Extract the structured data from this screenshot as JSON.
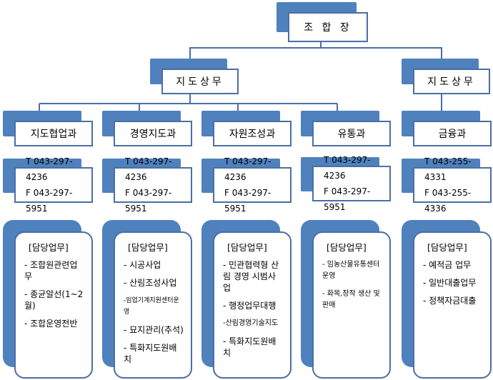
{
  "top": {
    "label": "조 합 장"
  },
  "level2": [
    {
      "label": "지도상무"
    },
    {
      "label": "지도상무"
    }
  ],
  "departments": [
    {
      "name": "지도협업과",
      "tel": "T 043-297-4236",
      "fax": "F 043-297-5951",
      "duty_title": "[담당업무]",
      "duties": [
        "- 조합원관련업무",
        "- 종균알선(1~2월)",
        "- 조합운영전반"
      ]
    },
    {
      "name": "경영지도과",
      "tel": "T 043-297-4236",
      "fax": "F 043-297-5951",
      "duty_title": "[담당업무]",
      "duties": [
        "- 시공사업",
        "- 산림조성사업",
        "-임업기계지원센터운영",
        "- 묘지관리(추석)",
        "- 특화지도원배치"
      ]
    },
    {
      "name": "자원조성과",
      "tel": "T 043-297-4236",
      "fax": "F 043-297-5951",
      "duty_title": "[담당업무]",
      "duties": [
        "- 민관협력형 산림 경영 시범사업",
        "- 행정업무대행",
        "-산림경영기술지도",
        "- 특화지도원배치"
      ]
    },
    {
      "name": "유통과",
      "tel": "T 043-297-4236",
      "fax": "F 043-297-5951",
      "duty_title": "[담당업무]",
      "duties": [
        "- 임농산물유통센터 운영",
        "- 화목,장작 생산 및 판매"
      ]
    },
    {
      "name": "금융과",
      "tel": "T 043-255-4331",
      "fax": "F 043-255-4336",
      "duty_title": "[담당업무]",
      "duties": [
        "- 예적금 업무",
        "- 일반대출업무",
        "- 정책자금대출"
      ]
    }
  ],
  "colors": {
    "box_back": "#4f81bd",
    "box_border": "#4a6fa5",
    "line": "#4a6fa5"
  }
}
